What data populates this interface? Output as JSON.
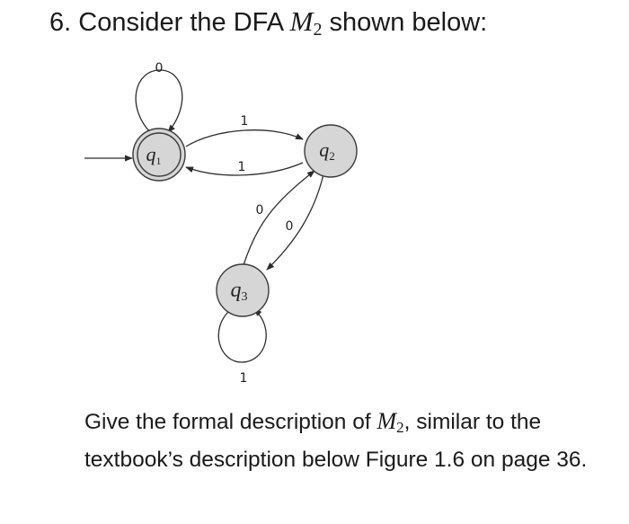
{
  "question": {
    "number": "6.",
    "text_before": "Consider the DFA",
    "machine": "M",
    "machine_sub": "2",
    "text_after": "shown below:"
  },
  "diagram": {
    "states": [
      {
        "id": "q1",
        "letter": "q",
        "sub": "1",
        "accept": true,
        "start": true
      },
      {
        "id": "q2",
        "letter": "q",
        "sub": "2",
        "accept": false,
        "start": false
      },
      {
        "id": "q3",
        "letter": "q",
        "sub": "3",
        "accept": false,
        "start": false
      }
    ],
    "transitions": {
      "q1_loop": "0",
      "q1_to_q2": "1",
      "q2_to_q1": "1",
      "q3_to_q2": "0",
      "q2_to_q3": "0",
      "q3_loop": "1"
    }
  },
  "description": {
    "text_before": "Give the formal description of",
    "machine": "M",
    "machine_sub": "2",
    "text_after": ", similar to the textbook’s description below Figure 1.6 on page 36."
  }
}
